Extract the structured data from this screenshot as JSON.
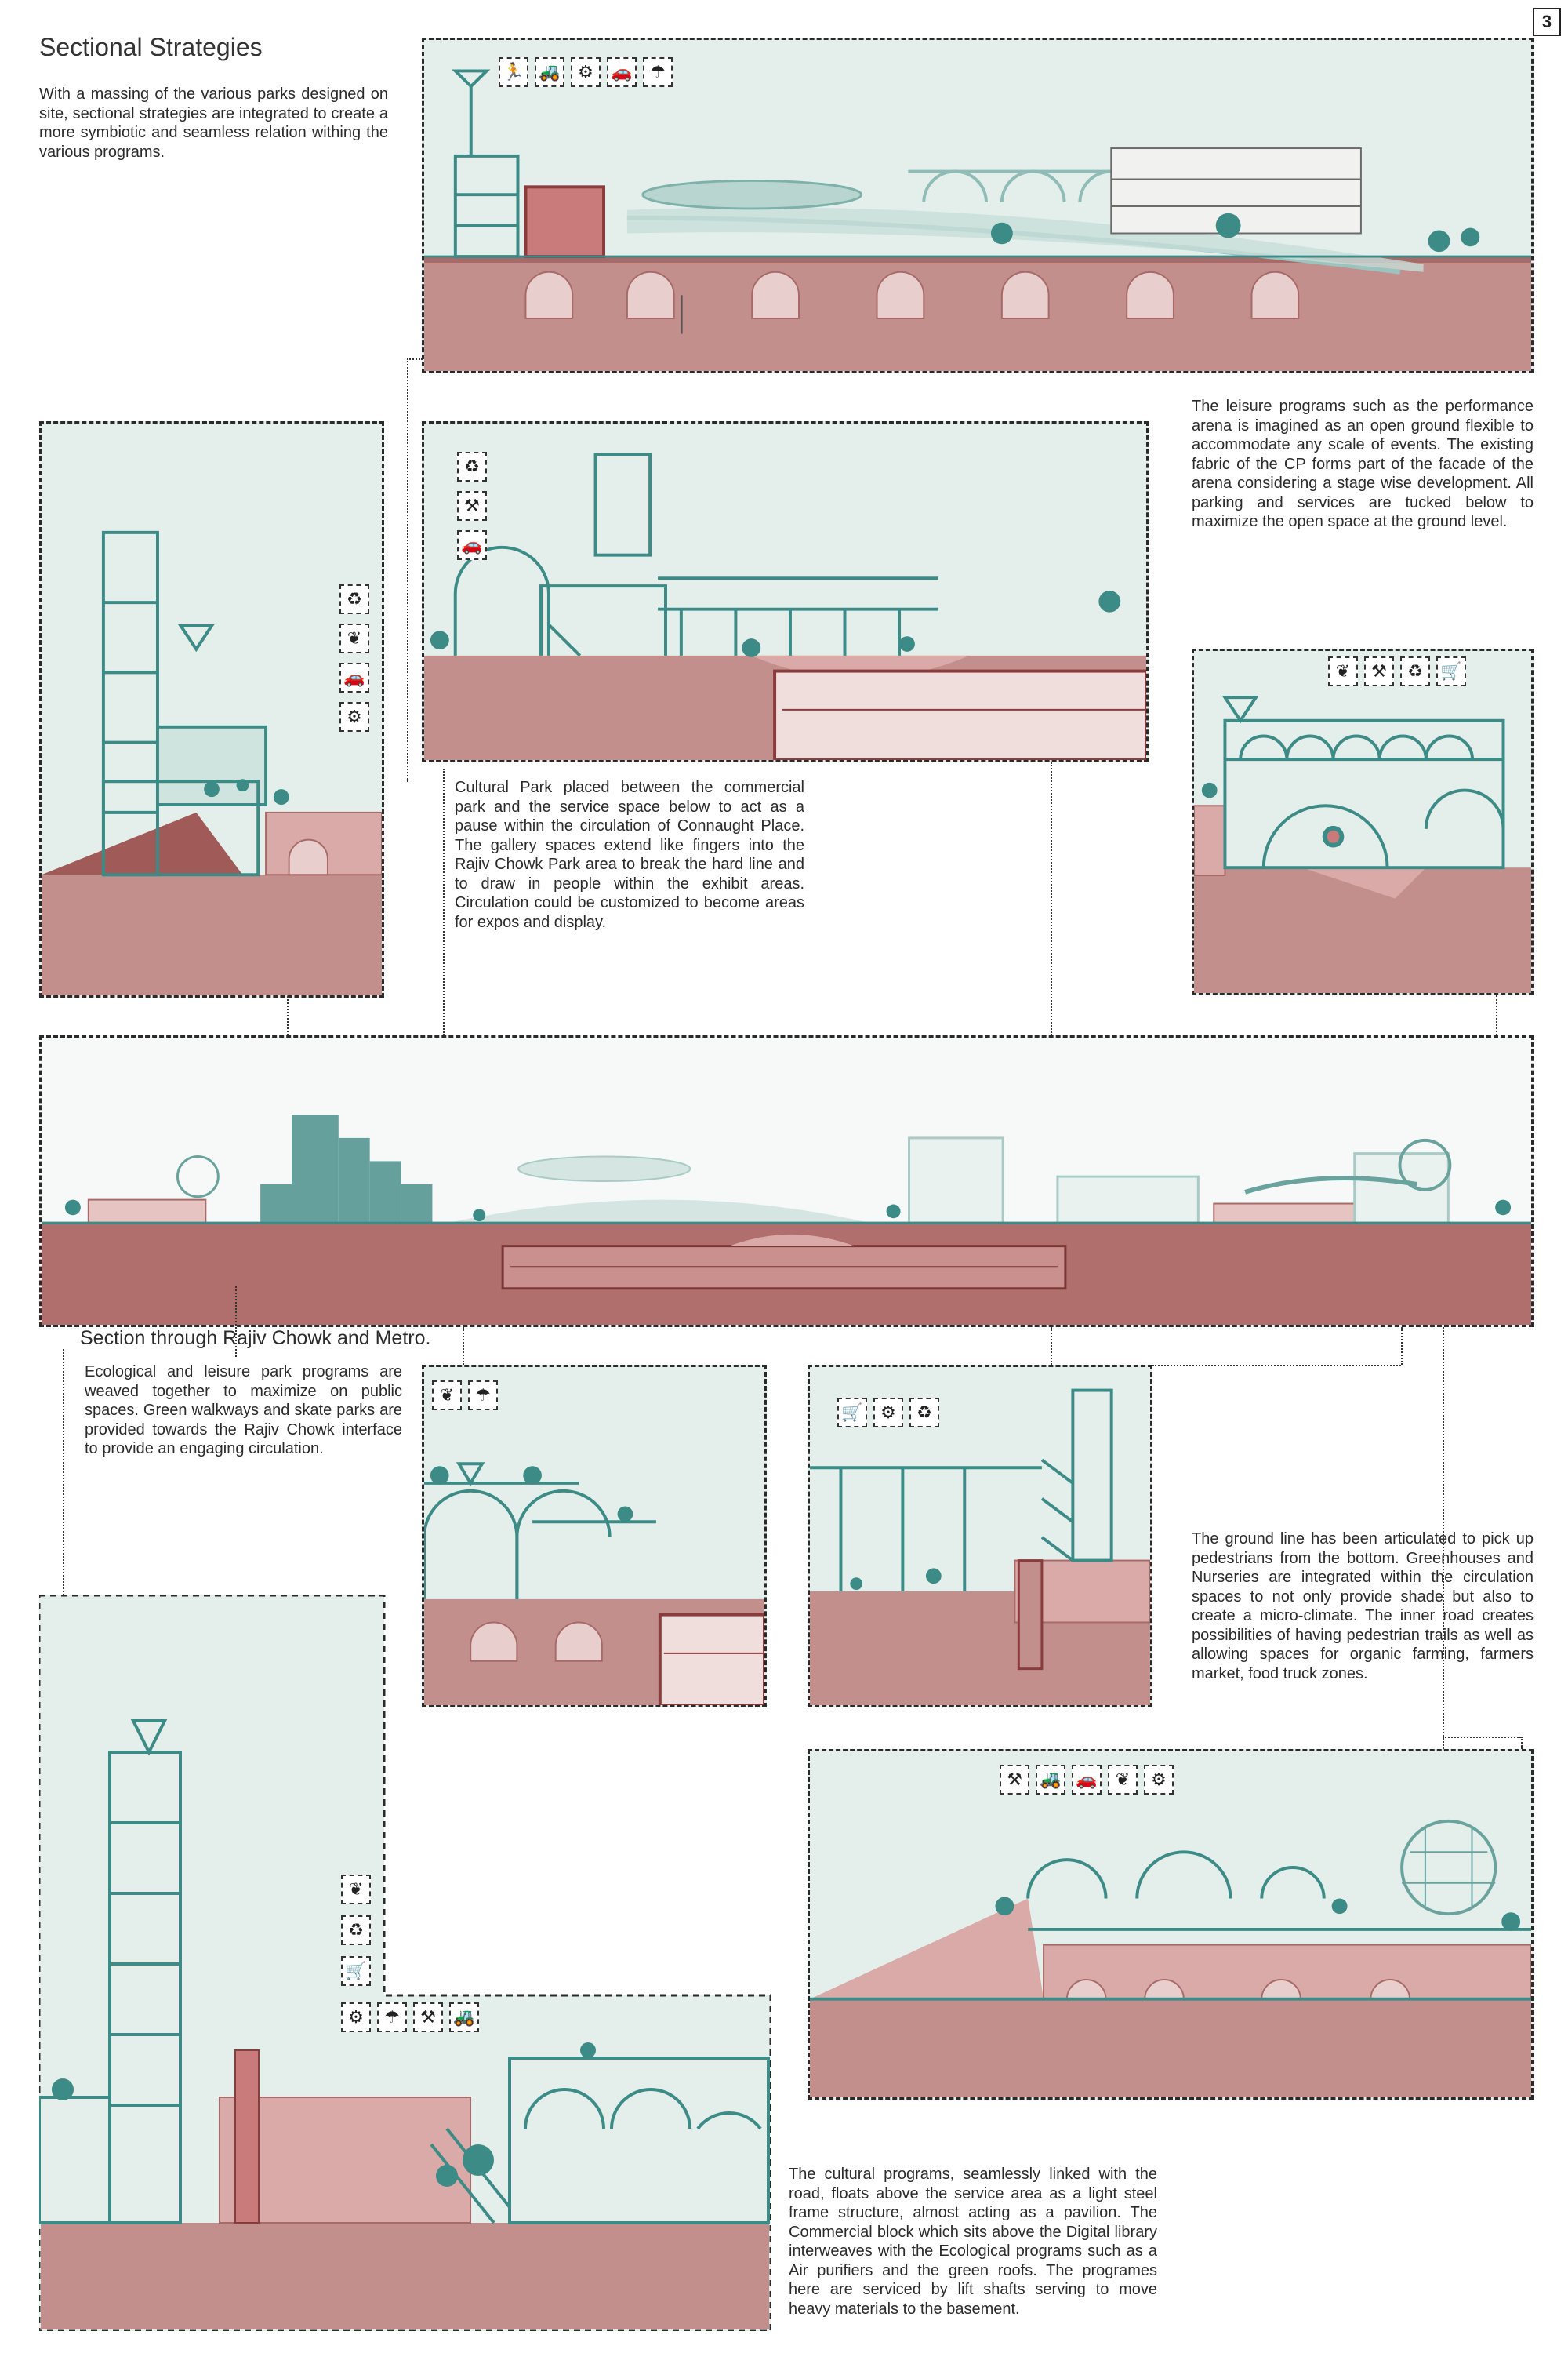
{
  "page": {
    "title": "Sectional Strategies",
    "page_number": "3"
  },
  "intro_text": "With a massing of the various parks designed on site, sectional strategies are integrated to create a more symbiotic and seamless relation withing the various programs.",
  "notes": {
    "leisure": "The leisure programs such as the performance arena is imagined as an open ground flexible to accommodate any scale of events. The existing fabric of the CP forms part of the facade of the arena considering a stage wise development. All parking and services are tucked below to maximize the open space at the ground level.",
    "cultural_park": "Cultural Park placed between the commercial park and the service space below to act as a pause within the circulation of Connaught Place. The gallery spaces extend like fingers into the Rajiv Chowk Park area to break the hard line and to draw in people within the exhibit areas. Circulation could be customized to become areas for expos and display.",
    "section_caption": "Section through Rajiv Chowk and Metro.",
    "ecological": "Ecological and leisure park programs are weaved together to maximize on public spaces. Green walkways and skate parks are provided towards the Rajiv Chowk interface to provide an engaging circulation.",
    "ground_line": "The ground line has been articulated to pick up pedestrians from the bottom. Greenhouses and Nurseries are integrated within the circulation spaces to not only provide shade but also to create a micro-climate. The inner road creates possibilities of having pedestrian trails as well as allowing spaces for organic farming, farmers market, food truck zones.",
    "cultural_programs": "The cultural programs, seamlessly linked with the road, floats above the service area as a light steel frame structure, almost acting as a pavilion. The Commercial block which sits above the  Digital library interweaves with the Ecological programs such as a Air purifiers and the green roofs. The programes here are serviced by lift shafts serving to move heavy materials to the basement."
  },
  "icons": {
    "sports": "running-figure",
    "service": "forklift",
    "gear": "gear",
    "car": "car-charging",
    "umbrella": "umbrella-pavilion",
    "recycle": "recycle-gears",
    "plant": "plant-leaf",
    "worker": "worker-pushing",
    "cart": "shopping-cart"
  },
  "colors": {
    "ground": "#c28f8c",
    "ground_dark": "#a86a68",
    "structure": "#3c8b86",
    "sky": "#e4efeb",
    "glass": "#b8d5d0"
  }
}
